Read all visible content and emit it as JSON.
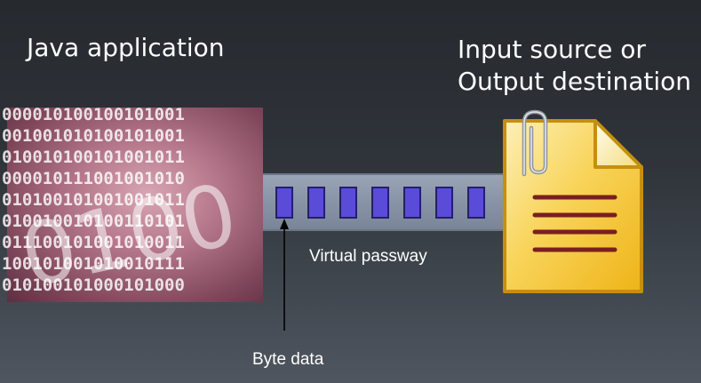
{
  "labels": {
    "left_title": "Java application",
    "right_title_line1": "Input source or",
    "right_title_line2": "Output destination",
    "passway": "Virtual passway",
    "byte_data": "Byte data"
  },
  "binary_rows": [
    "000010100100101001",
    "001001010100101001",
    "010010100101001011",
    "000010111001001010",
    "010100101001001011",
    "010010010100110101",
    "011100101001010011",
    "100101001010010111",
    "010100101000101000"
  ],
  "big_digits": "0100",
  "byte_count": 7,
  "colors": {
    "byte_fill": "#5a4bd8",
    "passway": "#8893a7",
    "document": "#f6cd49"
  },
  "icons": {
    "document": "document-icon",
    "paperclip": "paperclip-icon",
    "arrow": "up-arrow-icon"
  }
}
